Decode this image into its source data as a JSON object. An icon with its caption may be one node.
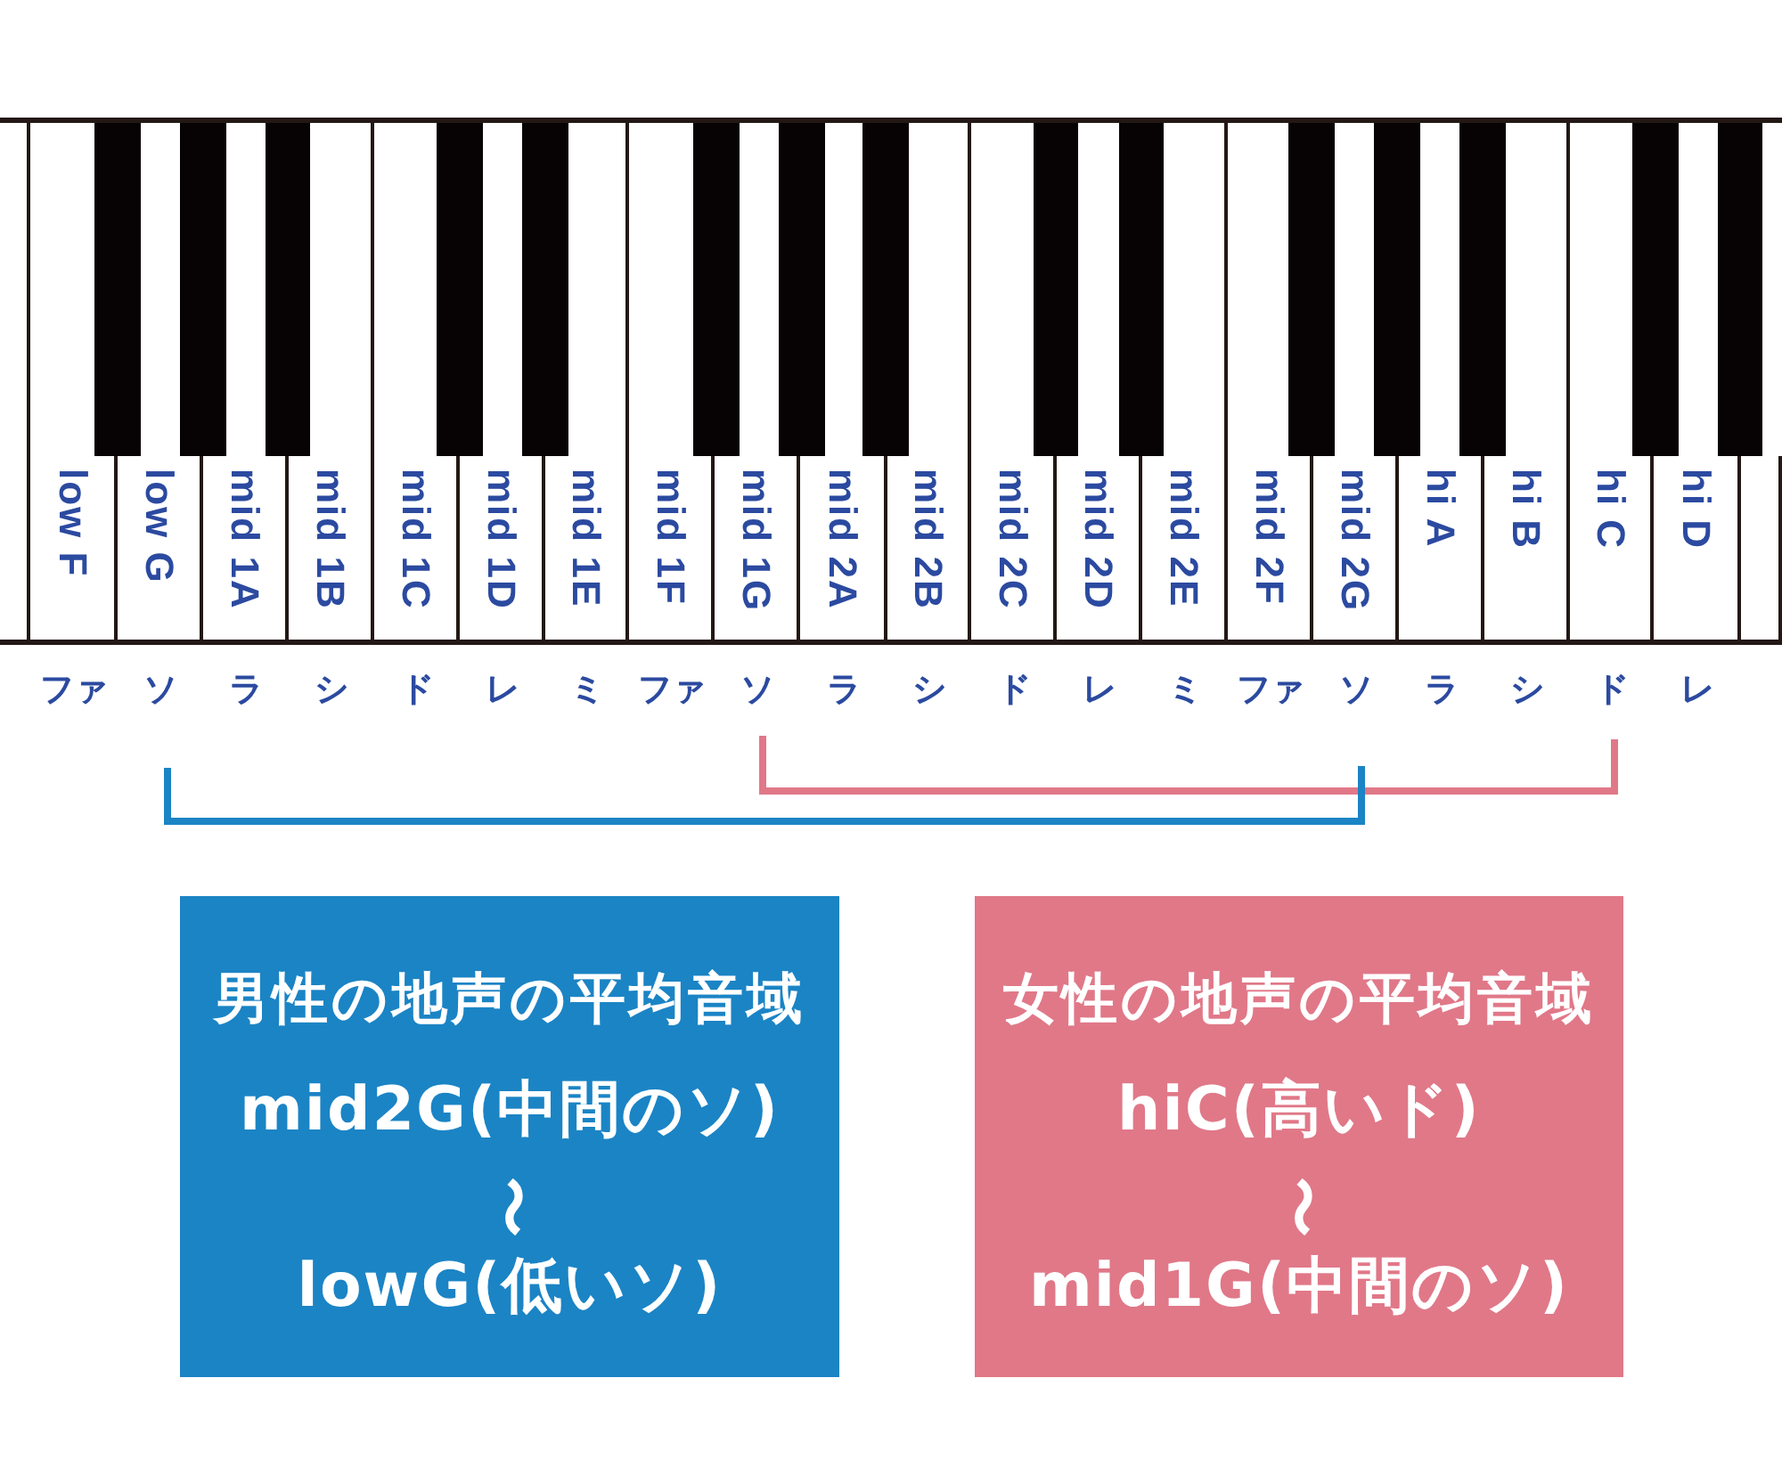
{
  "diagram": {
    "nodes": [
      {
        "text": [],
        "shape": "box"
      },
      {
        "text": [
          "low F"
        ]
      },
      {
        "text": [
          "low G"
        ]
      },
      {
        "text": [
          "mid 1A"
        ]
      },
      {
        "text": [
          "mid 1B"
        ]
      },
      {
        "text": [
          "mid 1C"
        ]
      },
      {
        "text": [
          "mid 1D"
        ]
      },
      {
        "text": [
          "mid 1E"
        ]
      },
      {
        "text": [
          "mid 1F"
        ]
      },
      {
        "text": [
          "mid 1G"
        ]
      },
      {
        "text": [
          "mid 2A"
        ]
      },
      {
        "text": [
          "mid 2B"
        ]
      },
      {
        "text": [
          "mid 2C"
        ]
      },
      {
        "text": [
          "mid 2D"
        ]
      },
      {
        "text": [
          "mid 2E"
        ]
      },
      {
        "text": [
          "mid 2F"
        ]
      },
      {
        "text": [
          "mid 2G"
        ]
      },
      {
        "text": [
          "hi A"
        ]
      },
      {
        "text": [
          "hi B"
        ]
      },
      {
        "text": [
          "hi C"
        ]
      },
      {
        "text": [
          "hi D"
        ]
      },
      {
        "text": [],
        "shape": "box"
      },
      {
        "text": [
          "男性の地声の平均音域",
          "mid2G(中間のソ)",
          "〜",
          "lowG(低いソ)"
        ]
      },
      {
        "text": [
          "女性の地声の平均音域",
          "hiC(高いド)",
          "〜",
          "mid1G(中間のソ)"
        ]
      }
    ],
    "labels": [
      "ファ",
      "ソ",
      "ラ",
      "シ",
      "ド",
      "レ",
      "ミ",
      "ファ",
      "ソ",
      "ラ",
      "シ",
      "ド",
      "レ",
      "ミ",
      "ファ",
      "ソ",
      "ラ",
      "シ",
      "ド",
      "レ"
    ]
  }
}
